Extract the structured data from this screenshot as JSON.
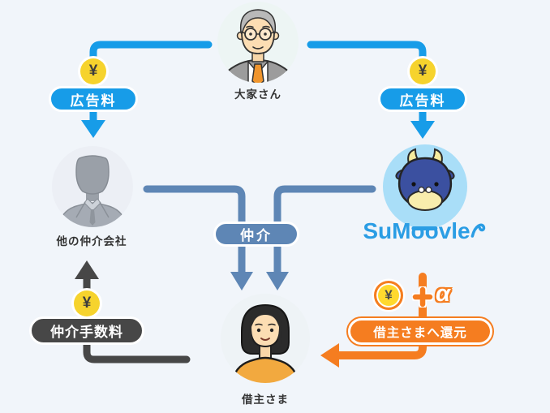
{
  "colors": {
    "background": "#f1f5fa",
    "accent_blue": "#179ce8",
    "steel_blue": "#5e86b5",
    "orange": "#f57d20",
    "dark_gray": "#474747",
    "coin_yellow": "#f6d32d",
    "logo_blue": "#2b9de4"
  },
  "nodes": {
    "landlord": {
      "label": "大家さん"
    },
    "other_agency": {
      "label": "他の仲介会社"
    },
    "sumoovle": {
      "logo_full": "SuMoovle",
      "logo_part1": "SuM",
      "logo_oo": "oo",
      "logo_part2": "vle"
    },
    "tenant": {
      "label": "借主さま"
    }
  },
  "flows": {
    "ad_fee_left": {
      "label": "広告料",
      "coin": "¥"
    },
    "ad_fee_right": {
      "label": "広告料",
      "coin": "¥"
    },
    "brokerage": {
      "label": "仲介"
    },
    "commission": {
      "label": "仲介手数料",
      "coin": "¥"
    },
    "cashback": {
      "label": "借主さまへ還元",
      "coin": "¥",
      "plus": "+",
      "alpha": "α"
    }
  }
}
